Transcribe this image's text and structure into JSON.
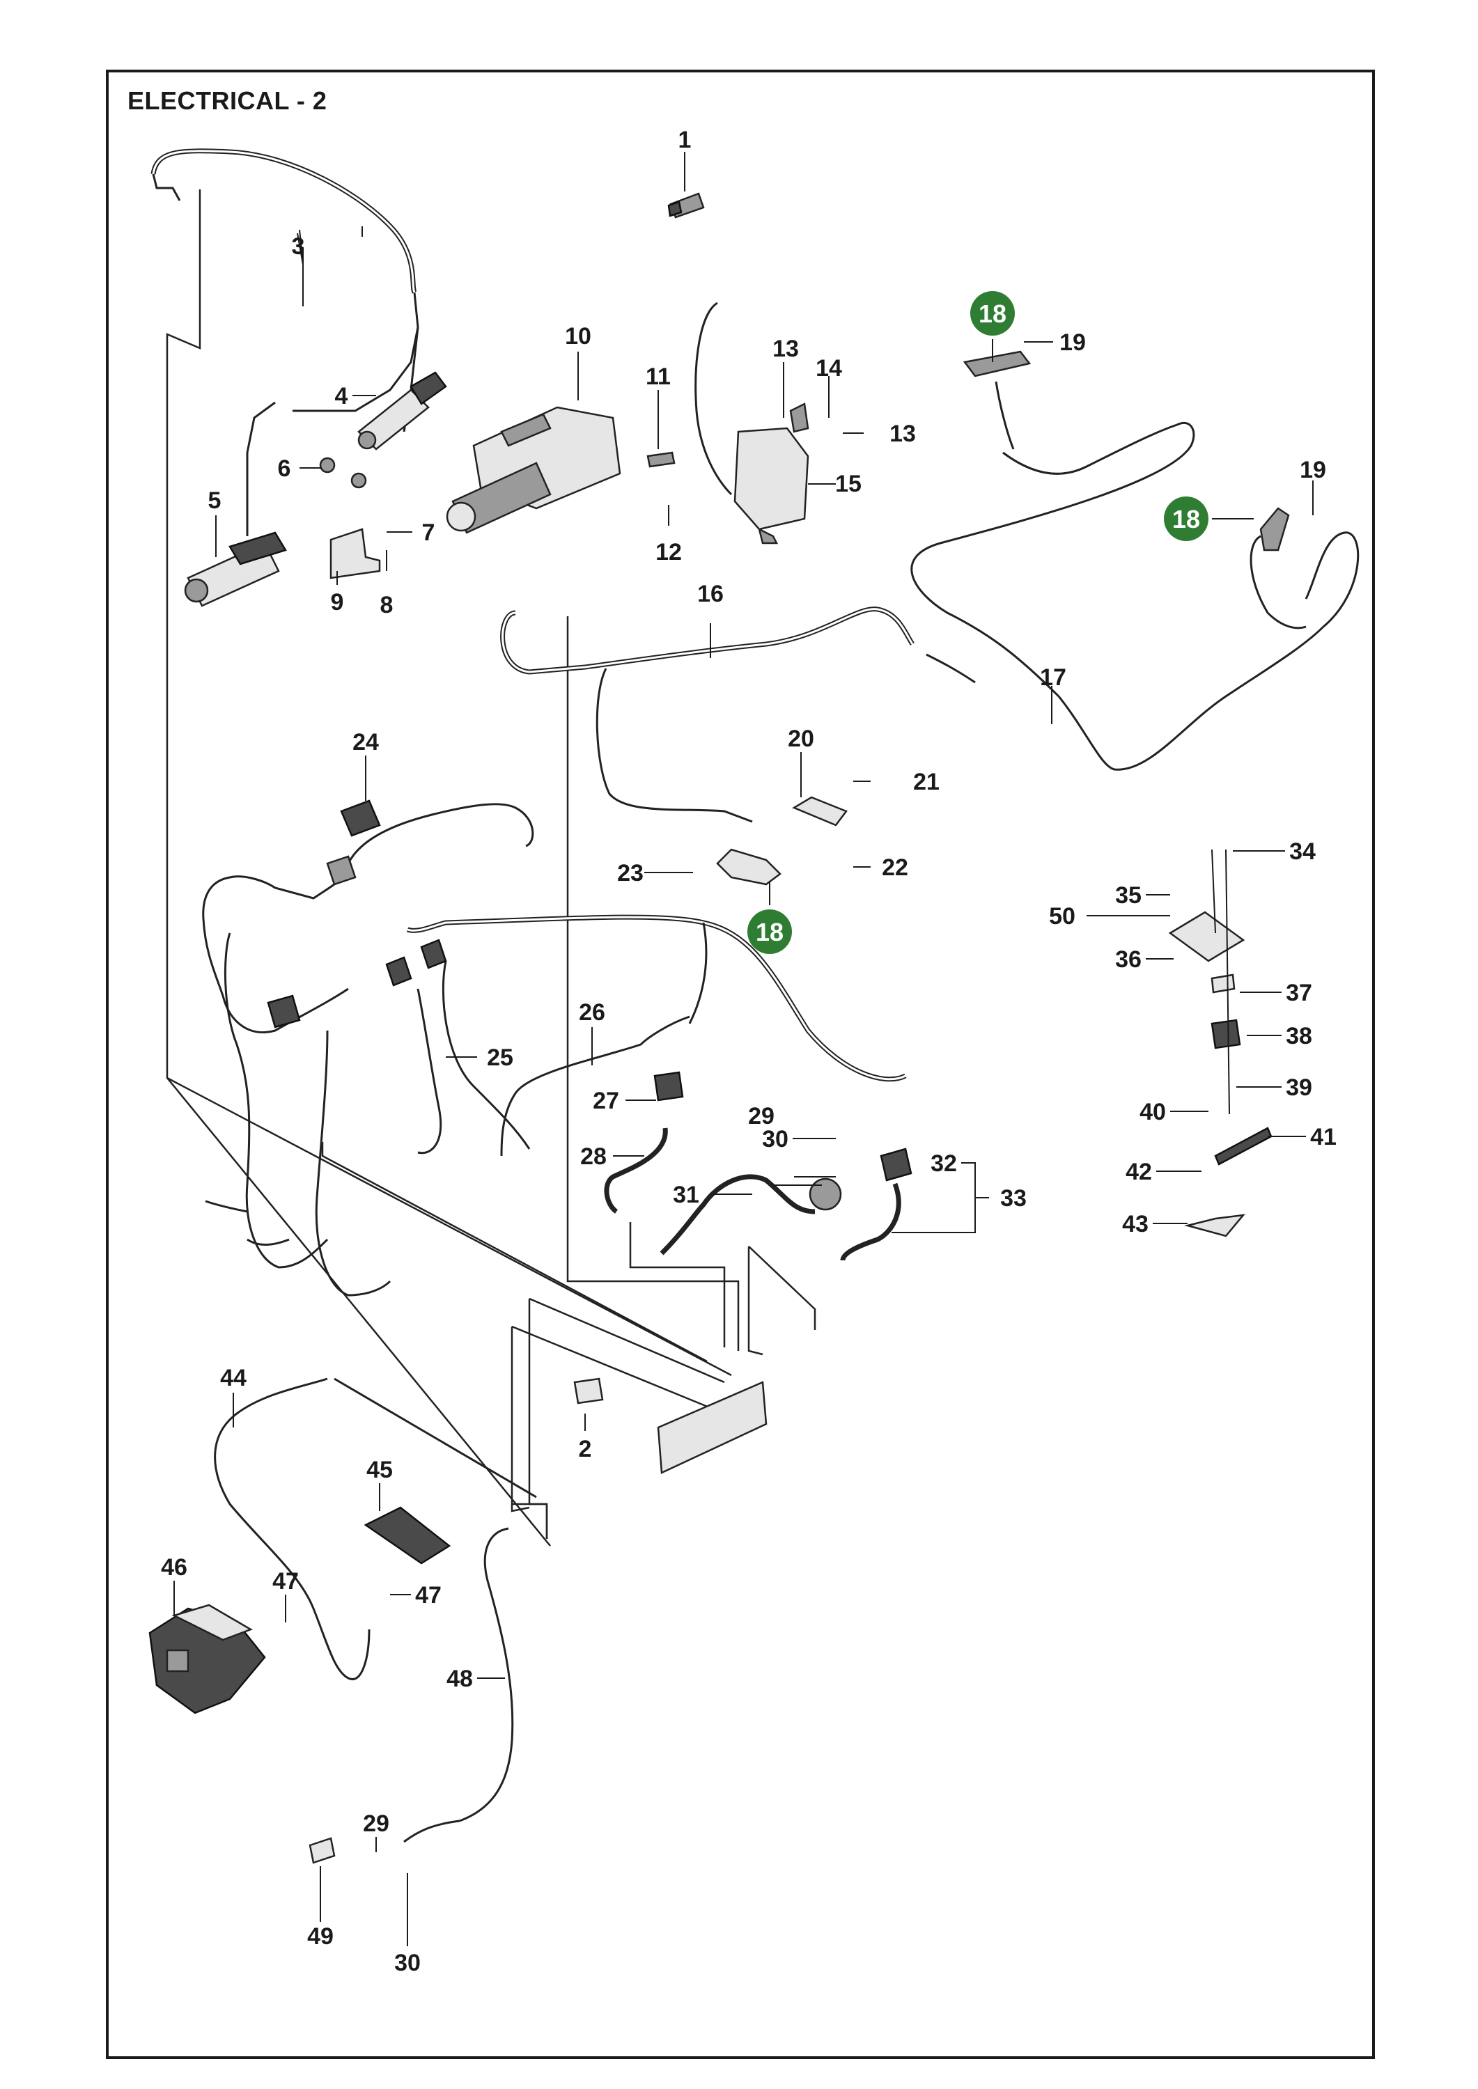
{
  "title": "ELECTRICAL - 2",
  "highlight_color": "#2f7d32",
  "callouts": [
    {
      "id": "c1",
      "text": "1"
    },
    {
      "id": "c2",
      "text": "2"
    },
    {
      "id": "c3",
      "text": "3"
    },
    {
      "id": "c4",
      "text": "4"
    },
    {
      "id": "c5",
      "text": "5"
    },
    {
      "id": "c6",
      "text": "6"
    },
    {
      "id": "c7",
      "text": "7"
    },
    {
      "id": "c8",
      "text": "8"
    },
    {
      "id": "c9",
      "text": "9"
    },
    {
      "id": "c10",
      "text": "10"
    },
    {
      "id": "c11",
      "text": "11"
    },
    {
      "id": "c12",
      "text": "12"
    },
    {
      "id": "c13a",
      "text": "13"
    },
    {
      "id": "c13b",
      "text": "13"
    },
    {
      "id": "c14",
      "text": "14"
    },
    {
      "id": "c15",
      "text": "15"
    },
    {
      "id": "c16",
      "text": "16"
    },
    {
      "id": "c17",
      "text": "17"
    },
    {
      "id": "c18a",
      "text": "18",
      "highlight": true
    },
    {
      "id": "c18b",
      "text": "18",
      "highlight": true
    },
    {
      "id": "c18c",
      "text": "18",
      "highlight": true
    },
    {
      "id": "c19a",
      "text": "19"
    },
    {
      "id": "c19b",
      "text": "19"
    },
    {
      "id": "c20",
      "text": "20"
    },
    {
      "id": "c21",
      "text": "21"
    },
    {
      "id": "c22",
      "text": "22"
    },
    {
      "id": "c23",
      "text": "23"
    },
    {
      "id": "c24",
      "text": "24"
    },
    {
      "id": "c25",
      "text": "25"
    },
    {
      "id": "c26",
      "text": "26"
    },
    {
      "id": "c27",
      "text": "27"
    },
    {
      "id": "c28",
      "text": "28"
    },
    {
      "id": "c29a",
      "text": "29"
    },
    {
      "id": "c29b",
      "text": "29"
    },
    {
      "id": "c30a",
      "text": "30"
    },
    {
      "id": "c30b",
      "text": "30"
    },
    {
      "id": "c31",
      "text": "31"
    },
    {
      "id": "c32",
      "text": "32"
    },
    {
      "id": "c33",
      "text": "33"
    },
    {
      "id": "c34",
      "text": "34"
    },
    {
      "id": "c35",
      "text": "35"
    },
    {
      "id": "c36",
      "text": "36"
    },
    {
      "id": "c37",
      "text": "37"
    },
    {
      "id": "c38",
      "text": "38"
    },
    {
      "id": "c39",
      "text": "39"
    },
    {
      "id": "c40",
      "text": "40"
    },
    {
      "id": "c41",
      "text": "41"
    },
    {
      "id": "c42",
      "text": "42"
    },
    {
      "id": "c43",
      "text": "43"
    },
    {
      "id": "c44",
      "text": "44"
    },
    {
      "id": "c45",
      "text": "45"
    },
    {
      "id": "c46",
      "text": "46"
    },
    {
      "id": "c47a",
      "text": "47"
    },
    {
      "id": "c47b",
      "text": "47"
    },
    {
      "id": "c48",
      "text": "48"
    },
    {
      "id": "c49",
      "text": "49"
    },
    {
      "id": "c50",
      "text": "50"
    }
  ]
}
